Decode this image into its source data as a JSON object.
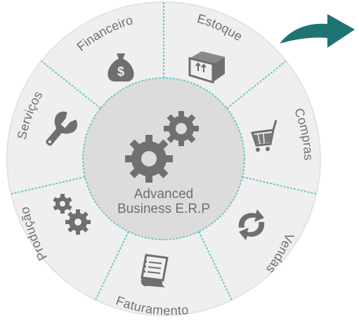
{
  "center": {
    "line1": "Advanced",
    "line2": "Business E.R.P"
  },
  "segments": [
    {
      "label": "Estoque",
      "icon": "box-icon"
    },
    {
      "label": "Compras",
      "icon": "shopping-cart-icon"
    },
    {
      "label": "Vendas",
      "icon": "exchange-arrows-icon"
    },
    {
      "label": "Faturamento",
      "icon": "invoice-icon"
    },
    {
      "label": "Produção",
      "icon": "gears-icon"
    },
    {
      "label": "Serviços",
      "icon": "wrench-icon"
    },
    {
      "label": "Financeiro",
      "icon": "money-bag-icon"
    }
  ],
  "colors": {
    "segment_fill": "#efefef",
    "center_fill": "#dcdcdc",
    "divider": "#6ec6c6",
    "icon": "#6f6f6f",
    "arrow": "#1e7373"
  }
}
